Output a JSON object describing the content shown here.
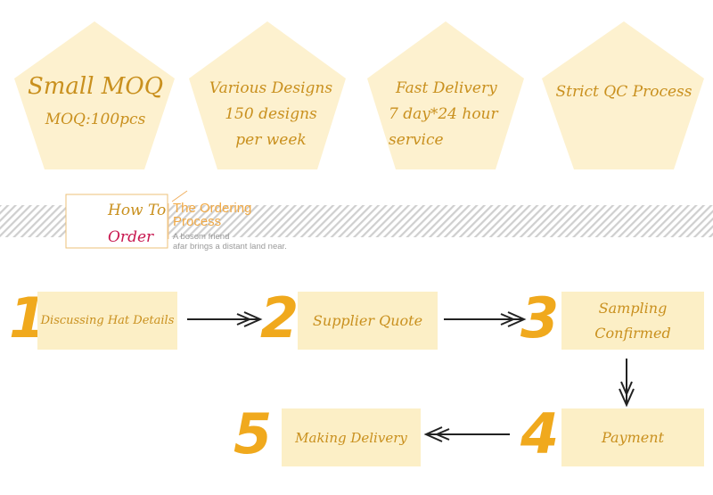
{
  "features": [
    {
      "lines": [
        "Small MOQ",
        "",
        "MOQ:100pcs"
      ]
    },
    {
      "lines": [
        "Various Designs",
        "150 designs",
        "per week"
      ]
    },
    {
      "lines": [
        "Fast Delivery",
        "7 day*24 hour",
        "service"
      ]
    },
    {
      "lines": [
        "Strict QC Process"
      ]
    }
  ],
  "section": {
    "how_to": "How To",
    "order": "Order",
    "title_line1": "The Ordering",
    "title_line2": "Process",
    "tagline_line1": "A bosom friend",
    "tagline_line2": "afar brings a distant land near."
  },
  "steps": [
    {
      "number": "1",
      "label": "Discussing Hat Details"
    },
    {
      "number": "2",
      "label": "Supplier Quote"
    },
    {
      "number": "3",
      "label": "Sampling Confirmed"
    },
    {
      "number": "4",
      "label": "Payment"
    },
    {
      "number": "5",
      "label": "Making Delivery"
    }
  ],
  "colors": {
    "pentagon_fill": "#fdf1cf",
    "box_fill": "#fcefc6",
    "text_gold": "#c9901e",
    "number_orange": "#f0a91d",
    "order_red": "#c8174f",
    "arrow": "#222222"
  }
}
